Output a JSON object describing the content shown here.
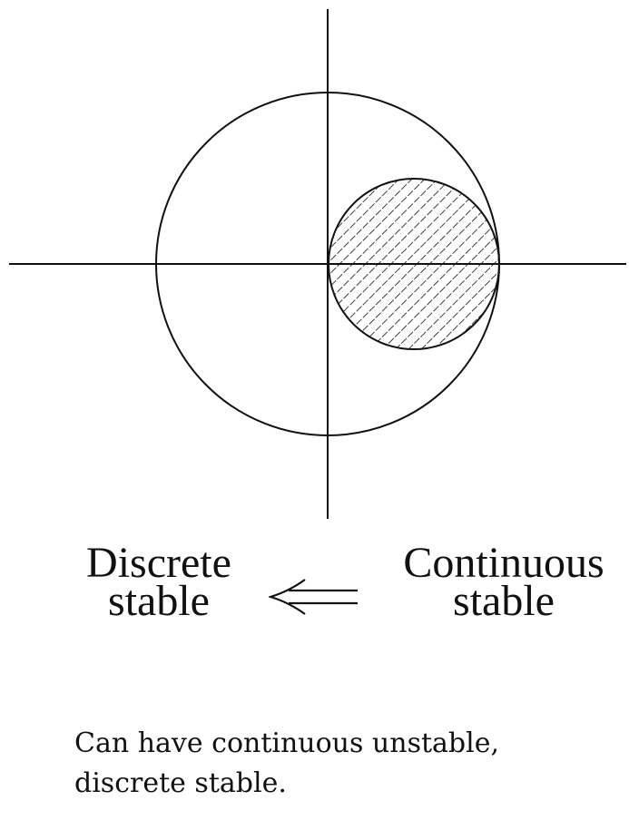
{
  "diagram": {
    "left_term": {
      "line1": "Discrete",
      "line2": "stable"
    },
    "right_term": {
      "line1": "Continuous",
      "line2": "stable"
    },
    "arrow": "left-implication",
    "shaded_region": "small circle tangent at origin, hatched"
  },
  "caption": {
    "line1": "Can have continuous unstable,",
    "line2": "discrete stable."
  }
}
